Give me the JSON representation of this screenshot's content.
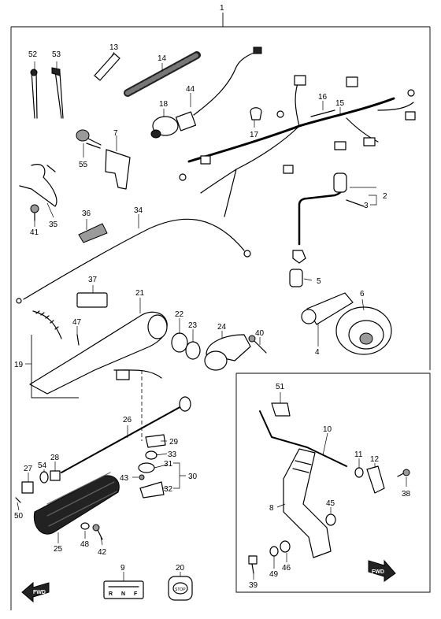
{
  "callouts": {
    "n1": "1",
    "n2": "2",
    "n3": "3",
    "n4": "4",
    "n5": "5",
    "n6": "6",
    "n7": "7",
    "n8": "8",
    "n9": "9",
    "n10": "10",
    "n11": "11",
    "n12": "12",
    "n13": "13",
    "n14": "14",
    "n15": "15",
    "n16": "16",
    "n17": "17",
    "n18": "18",
    "n19": "19",
    "n20": "20",
    "n21": "21",
    "n22": "22",
    "n23": "23",
    "n24": "24",
    "n25": "25",
    "n26": "26",
    "n27": "27",
    "n28": "28",
    "n29": "29",
    "n30": "30",
    "n31": "31",
    "n32": "32",
    "n33": "33",
    "n34": "34",
    "n35": "35",
    "n36": "36",
    "n37": "37",
    "n38": "38",
    "n39": "39",
    "n40": "40",
    "n41": "41",
    "n42": "42",
    "n43": "43",
    "n44": "44",
    "n45": "45",
    "n46": "46",
    "n47": "47",
    "n48": "48",
    "n49": "49",
    "n50": "50",
    "n51": "51",
    "n52": "52",
    "n53": "53",
    "n54": "54",
    "n55": "55"
  },
  "labels": {
    "fwd_left": "FWD",
    "fwd_right": "FWD",
    "shift_r": "R",
    "shift_n": "N",
    "shift_f": "F",
    "stop": "STOP"
  }
}
